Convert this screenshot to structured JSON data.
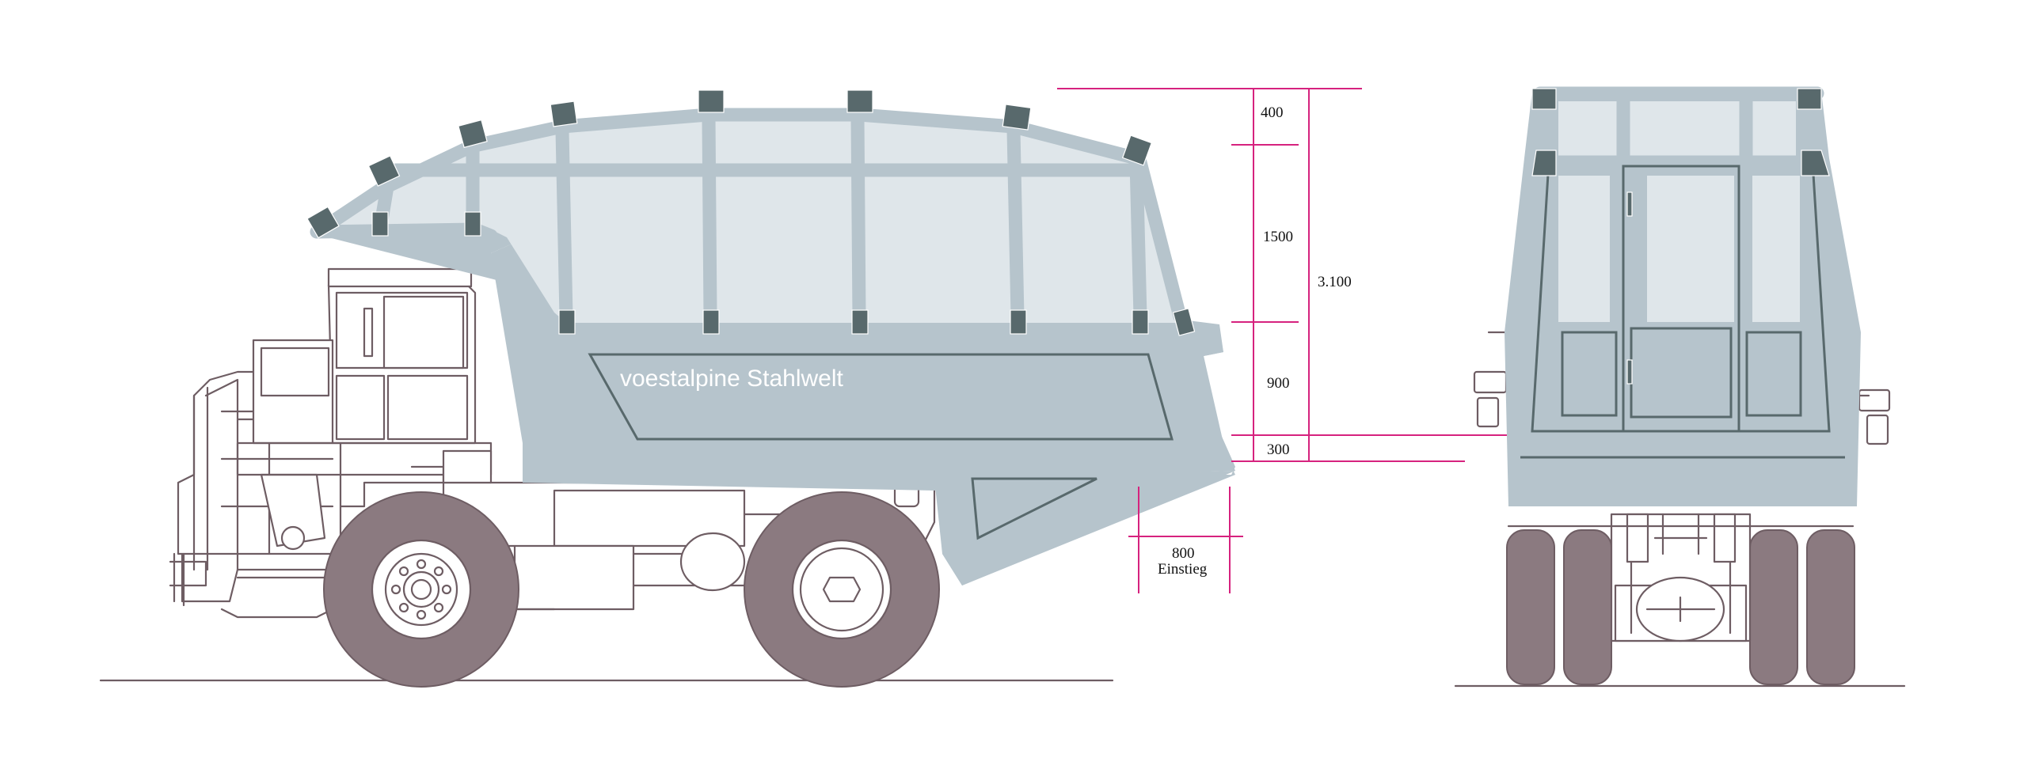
{
  "diagram": {
    "brand_label": "voestalpine Stahlwelt",
    "dimensions": {
      "top_segment": "400",
      "middle_segment": "1500",
      "lower_segment": "900",
      "bottom_segment": "300",
      "total_height": "3.100",
      "entry_width": "800",
      "entry_label": "Einstieg"
    }
  },
  "colors": {
    "body_blue_grey": "#b6c4cc",
    "glass": "#dfe6ea",
    "bracket_dark": "#58696c",
    "tyre_mauve": "#8b7a80",
    "outline": "#6e5d63",
    "dimension_magenta": "#d6227e"
  }
}
